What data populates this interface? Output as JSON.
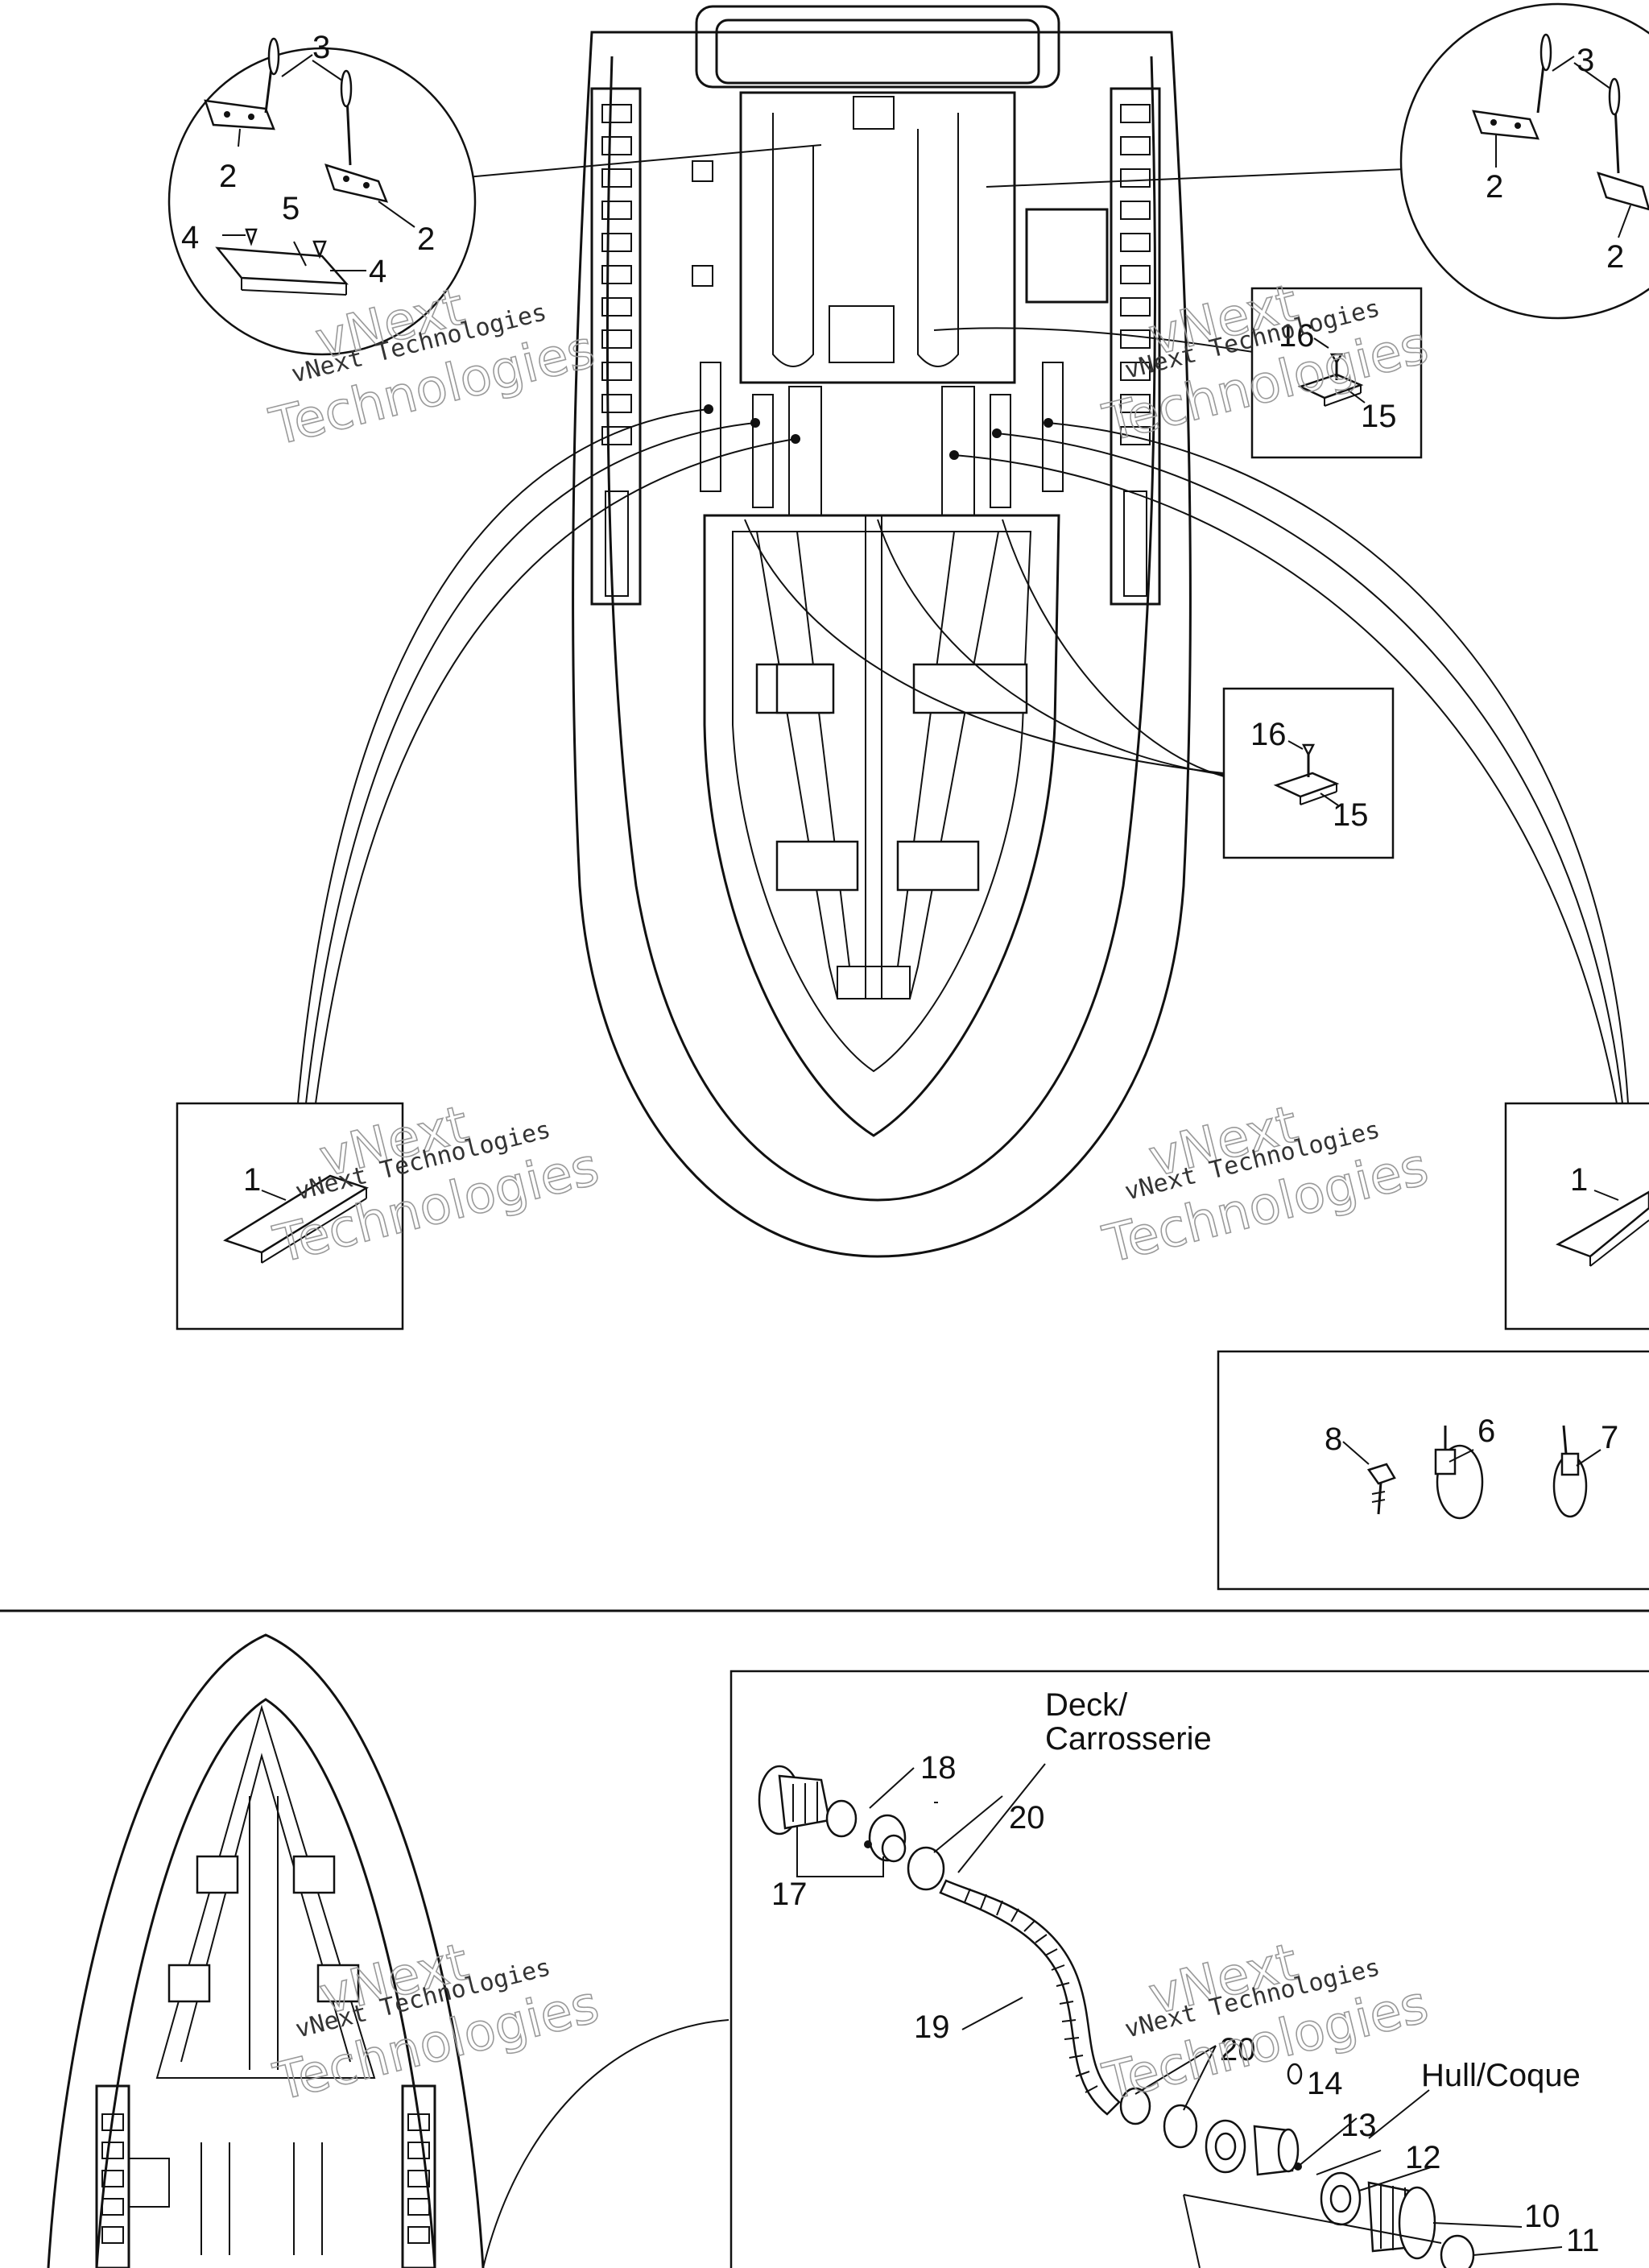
{
  "callouts": {
    "n1": "1",
    "n2": "2",
    "n3": "3",
    "n4": "4",
    "n5": "5",
    "n6": "6",
    "n7": "7",
    "n8": "8",
    "n10": "10",
    "n11": "11",
    "n12": "12",
    "n13": "13",
    "n14": "14",
    "n15": "15",
    "n16": "16",
    "n17": "17",
    "n18": "18",
    "n19": "19",
    "n20": "20"
  },
  "text_labels": {
    "deck_line1": "Deck/",
    "deck_line2": "Carrosserie",
    "hull": "Hull/Coque"
  },
  "watermark": {
    "line1": "vNext Technologies",
    "line2": "vNext",
    "line3": "Technologies"
  }
}
